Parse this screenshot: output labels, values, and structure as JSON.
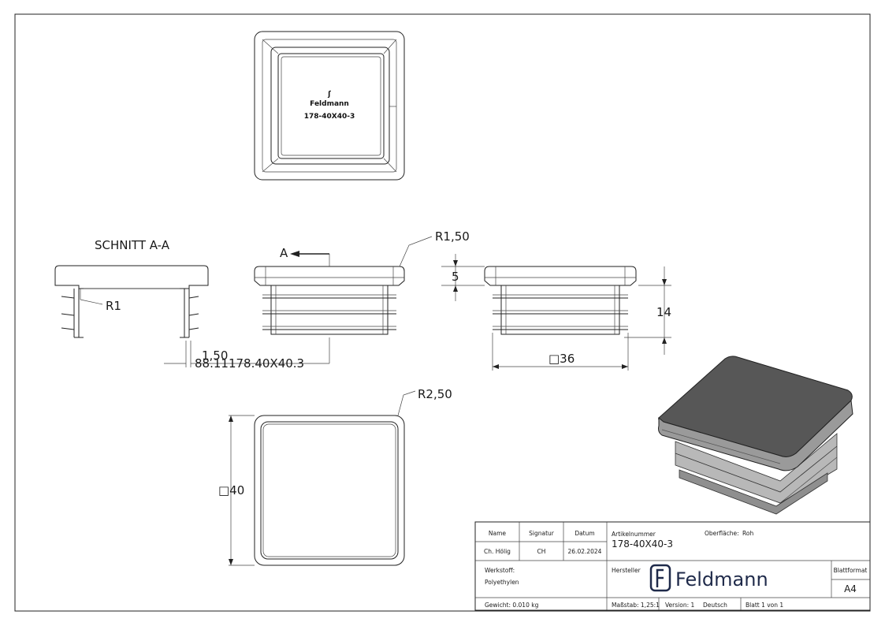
{
  "section": {
    "label": "SCHNITT A-A",
    "marker": "A"
  },
  "dimensions": {
    "r_outer": "R1,50",
    "r_inner": "R1",
    "r_corner": "R2,50",
    "height_top": "5",
    "height_total": "14",
    "width_inner": "□36",
    "width_outer": "□40",
    "overlap_text": "88.11178.40X40.3",
    "partial_label": "1,50"
  },
  "stamp": {
    "brand": "Feldmann",
    "article": "178-40X40-3"
  },
  "title_block": {
    "name_header": "Name",
    "signatur_header": "Signatur",
    "datum_header": "Datum",
    "name_value": "Ch. Hölig",
    "signatur_value": "CH",
    "datum_value": "26.02.2024",
    "artikel_label": "Artikelnummer",
    "artikel_value": "178-40X40-3",
    "oberflaeche_label": "Oberfläche:",
    "oberflaeche_value": "Roh",
    "werkstoff_label": "Werkstoff:",
    "werkstoff_value": "Polyethylen",
    "hersteller_label": "Hersteller",
    "logo_text": "Feldmann",
    "blattformat_label": "Blattformat",
    "blattformat_value": "A4",
    "gewicht": "Gewicht: 0.010 kg",
    "massstab": "Maßstab: 1,25:1",
    "version": "Version: 1",
    "sprache": "Deutsch",
    "blatt": "Blatt 1 von 1"
  },
  "colors": {
    "line": "#222222",
    "render_dark": "#4a4a4a",
    "render_mid": "#8a8a8a",
    "logo": "#1f2a4a"
  }
}
